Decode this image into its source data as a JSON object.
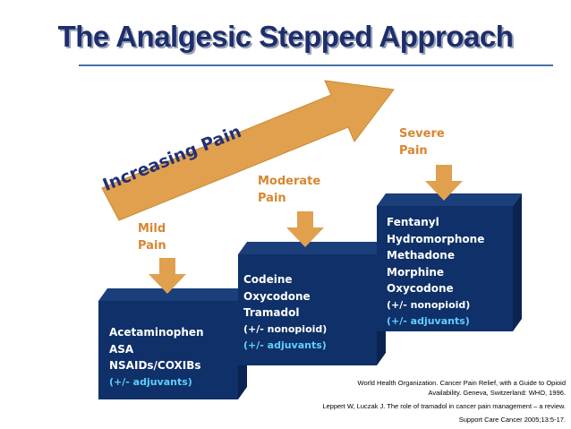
{
  "title": "The Analgesic Stepped Approach",
  "arrow": {
    "label": "Increasing Pain"
  },
  "colors": {
    "title": "#1e2e6b",
    "step_fill": "#0f3068",
    "accent": "#e0a04d",
    "label": "#d98530",
    "adjuvant": "#5fcfff"
  },
  "steps": [
    {
      "pain_label_1": "Mild",
      "pain_label_2": "Pain",
      "drugs": [
        "Acetaminophen",
        "ASA",
        "NSAIDs/COXIBs"
      ],
      "nonopioid": "",
      "adjuvants": "(+/- adjuvants)"
    },
    {
      "pain_label_1": "Moderate",
      "pain_label_2": "Pain",
      "drugs": [
        "Codeine",
        "Oxycodone",
        "Tramadol"
      ],
      "nonopioid": "(+/- nonopioid)",
      "adjuvants": "(+/- adjuvants)"
    },
    {
      "pain_label_1": "Severe",
      "pain_label_2": "Pain",
      "drugs": [
        "Fentanyl",
        "Hydromorphone",
        "Methadone",
        "Morphine",
        "Oxycodone"
      ],
      "nonopioid": "(+/- nonopioid)",
      "adjuvants": "(+/- adjuvants)"
    }
  ],
  "citations": {
    "who_1": "World Health Organization. Cancer Pain Relief, with a Guide to Opioid",
    "who_2": "Availability. Geneva, Switzerland: WHO, 1996.",
    "leppert_1": "Leppert W, Luczak J. The role of tramadol in cancer pain management – a review.",
    "leppert_2": "Support Care Cancer 2005;13:5-17."
  }
}
